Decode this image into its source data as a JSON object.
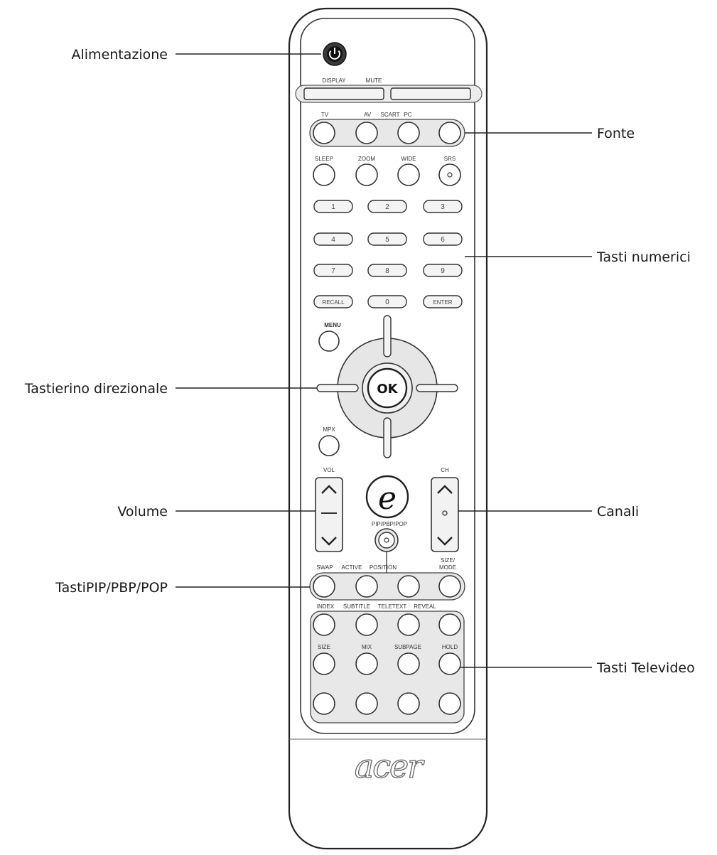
{
  "callouts": {
    "power": "Alimentazione",
    "source": "Fonte",
    "numeric": "Tasti numerici",
    "dpad": "Tastierino direzionale",
    "volume": "Volume",
    "channels": "Canali",
    "pip": "TastiPIP/PBP/POP",
    "teletext": "Tasti Televideo"
  },
  "remote": {
    "top_labels": [
      "DISPLAY",
      "MUTE"
    ],
    "source_labels": [
      "TV",
      "AV",
      "SCART",
      "PC"
    ],
    "mode_labels": [
      "SLEEP",
      "ZOOM",
      "WIDE",
      "SRS"
    ],
    "numpad": [
      "1",
      "2",
      "3",
      "4",
      "5",
      "6",
      "7",
      "8",
      "9",
      "RECALL",
      "0",
      "ENTER"
    ],
    "menu": "MENU",
    "ok": "OK",
    "mpx": "MPX",
    "vol": "VOL",
    "ch": "CH",
    "pip_label": "PIP/PBP/POP",
    "pip_labels": [
      "SWAP",
      "ACTIVE",
      "POSITION",
      "SIZE/",
      "MODE"
    ],
    "tt_row1_labels": [
      "INDEX",
      "SUBTITLE",
      "TELETEXT",
      "REVEAL"
    ],
    "tt_row2_labels": [
      "SIZE",
      "MIX",
      "SUBPAGE",
      "HOLD"
    ],
    "brand": "acer"
  }
}
